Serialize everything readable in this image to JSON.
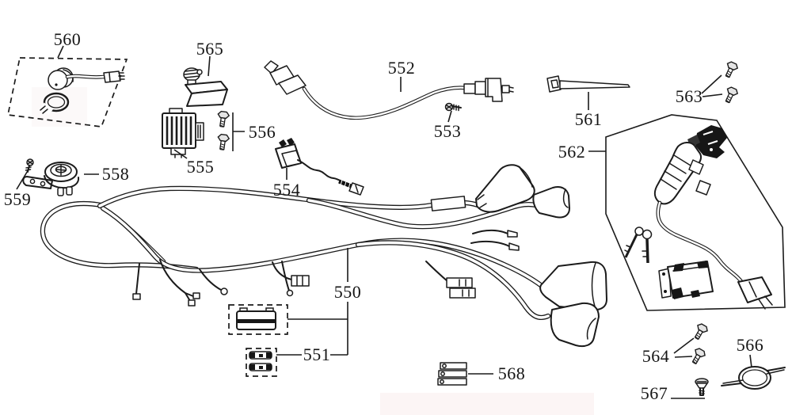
{
  "part_labels": {
    "n550": "550",
    "n551": "551",
    "n552": "552",
    "n553": "553",
    "n554": "554",
    "n555": "555",
    "n556": "556",
    "n558": "558",
    "n559": "559",
    "n560": "560",
    "n561": "561",
    "n562": "562",
    "n563": "563",
    "n564": "564",
    "n565": "565",
    "n566": "566",
    "n567": "567",
    "n568": "568"
  },
  "colors": {
    "line": "#1b1b1b",
    "background": "#ffffff",
    "metal_gray": "#e4e4e4"
  }
}
